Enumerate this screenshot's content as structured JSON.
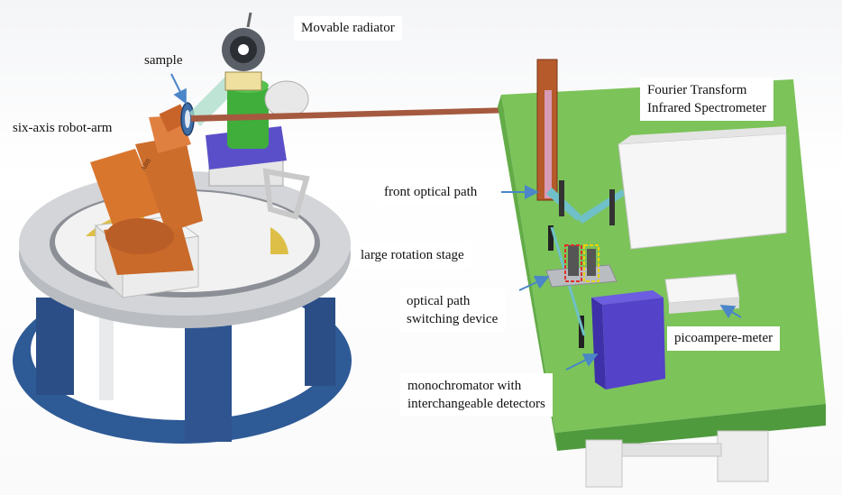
{
  "labels": {
    "movable_radiator": "Movable radiator",
    "sample": "sample",
    "six_axis_robot_arm": "six-axis robot-arm",
    "ftir_line1": "Fourier Transform",
    "ftir_line2": "Infrared Spectrometer",
    "front_optical_path": "front optical path",
    "large_rotation_stage": "large rotation stage",
    "switch_line1": "optical path",
    "switch_line2": "switching device",
    "picoampere_meter": "picoampere-meter",
    "mono_line1": "monochromator with",
    "mono_line2": "interchangeable detectors"
  },
  "colors": {
    "leader_arrow": "#4a86c8",
    "robot_orange": "#d9762e",
    "stage_blue": "#2e4f88",
    "stage_gray": "#c9cbcf",
    "table_green": "#7cc35a",
    "beam_brown": "#a55a3f",
    "radiator_green": "#3fae3b",
    "radiator_purple": "#5a4fc8",
    "monochromator_purple": "#5442c9",
    "switch_red_box": "#e0302a",
    "switch_yellow_box": "#e8d400"
  }
}
